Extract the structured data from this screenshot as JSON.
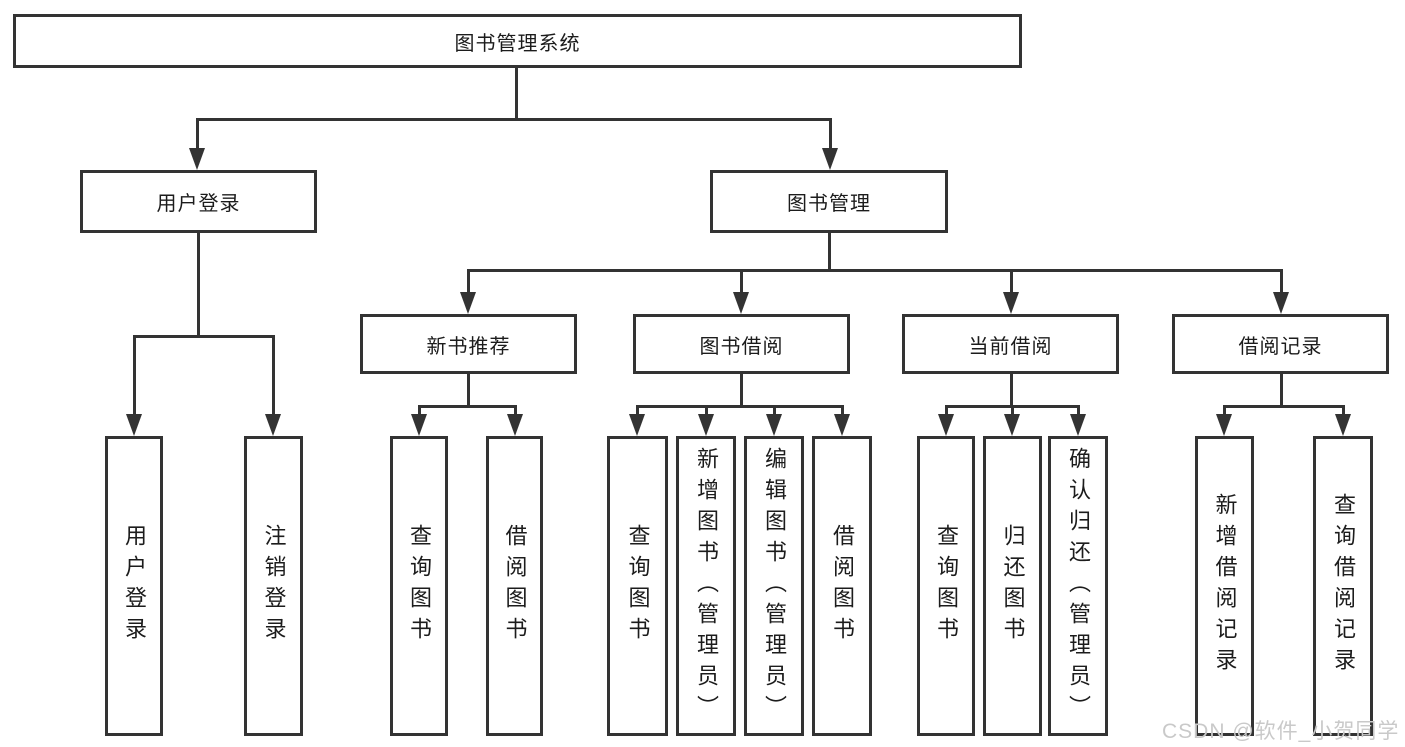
{
  "tree": {
    "root": {
      "label": "图书管理系统"
    },
    "level2": [
      {
        "label": "用户登录",
        "children": [
          {
            "label": "用户登录"
          },
          {
            "label": "注销登录"
          }
        ]
      },
      {
        "label": "图书管理",
        "children": [
          {
            "label": "新书推荐",
            "children": [
              {
                "label": "查询图书"
              },
              {
                "label": "借阅图书"
              }
            ]
          },
          {
            "label": "图书借阅",
            "children": [
              {
                "label": "查询图书"
              },
              {
                "label": "新增图书（管理员）"
              },
              {
                "label": "编辑图书（管理员）"
              },
              {
                "label": "借阅图书"
              }
            ]
          },
          {
            "label": "当前借阅",
            "children": [
              {
                "label": "查询图书"
              },
              {
                "label": "归还图书"
              },
              {
                "label": "确认归还（管理员）"
              }
            ]
          },
          {
            "label": "借阅记录",
            "children": [
              {
                "label": "新增借阅记录"
              },
              {
                "label": "查询借阅记录"
              }
            ]
          }
        ]
      }
    ]
  },
  "watermark": {
    "text": "CSDN @软件_小贺同学"
  },
  "colors": {
    "line": "#333333",
    "box_bg": "#ffffff",
    "text": "#1c1c1c",
    "watermark": "#c9c9c9",
    "page_bg": "#ffffff"
  }
}
